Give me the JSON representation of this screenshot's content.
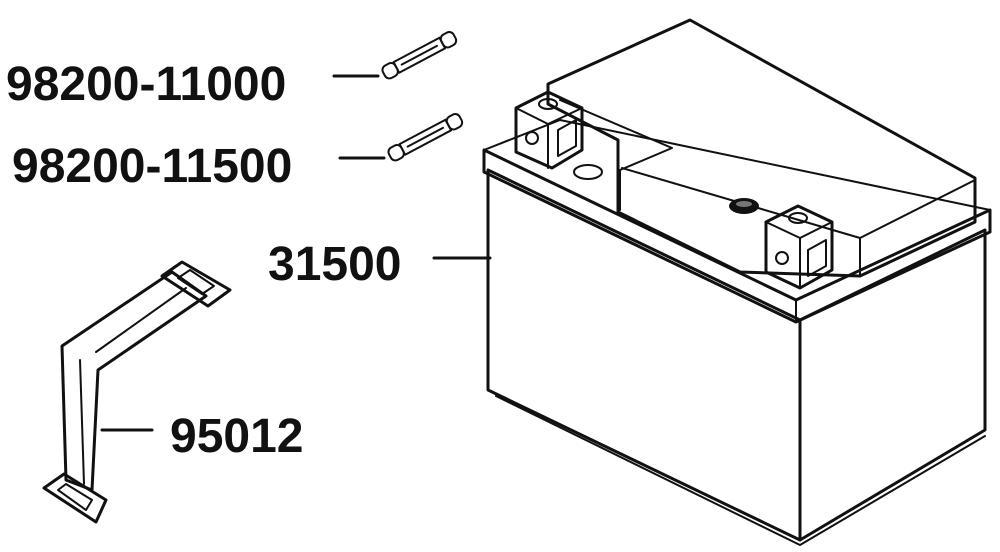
{
  "parts": [
    {
      "number": "98200-11000",
      "item": "fuse"
    },
    {
      "number": "98200-11500",
      "item": "fuse"
    },
    {
      "number": "31500",
      "item": "battery"
    },
    {
      "number": "95012",
      "item": "battery-strap"
    }
  ],
  "colors": {
    "ink": "#111111",
    "paper": "#ffffff",
    "fill": "#ffffff"
  }
}
